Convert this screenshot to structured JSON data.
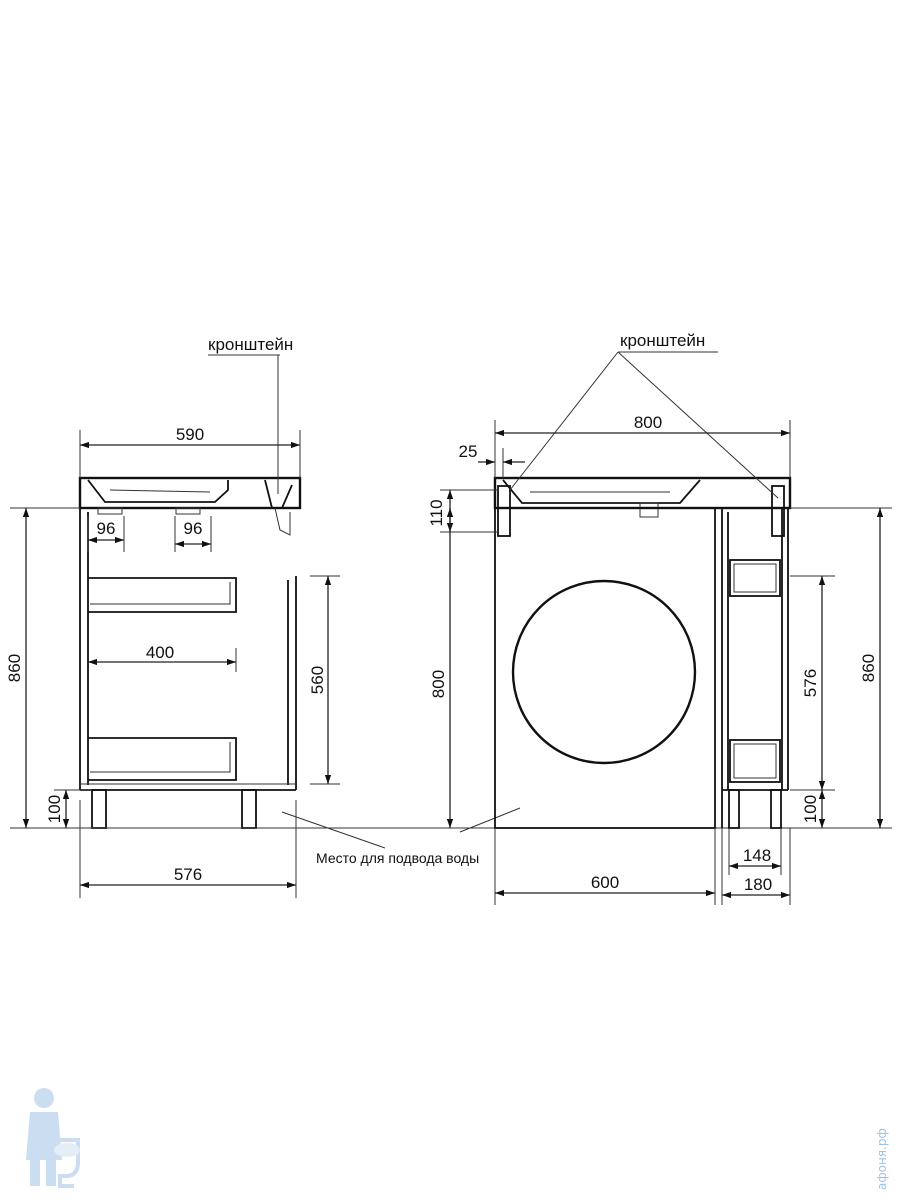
{
  "left_view": {
    "bracket_label": "кронштейн",
    "dims": {
      "top_width": "590",
      "bottom_width": "576",
      "height": "860",
      "legs": "100",
      "drawer_width": "400",
      "inner_height": "560",
      "hole_left": "96",
      "hole_right": "96"
    }
  },
  "water_note": "Место для подвода воды",
  "right_view": {
    "bracket_label": "кронштейн",
    "dims": {
      "top_width": "800",
      "offset": "25",
      "bracket_height": "110",
      "body_height": "800",
      "height": "860",
      "shelf_height": "576",
      "legs": "100",
      "body_width": "600",
      "shelf_inner": "148",
      "shelf_outer": "180"
    }
  },
  "watermark": "афоня.рф",
  "colors": {
    "line": "#111111",
    "watermark": "#9fc3e6"
  }
}
